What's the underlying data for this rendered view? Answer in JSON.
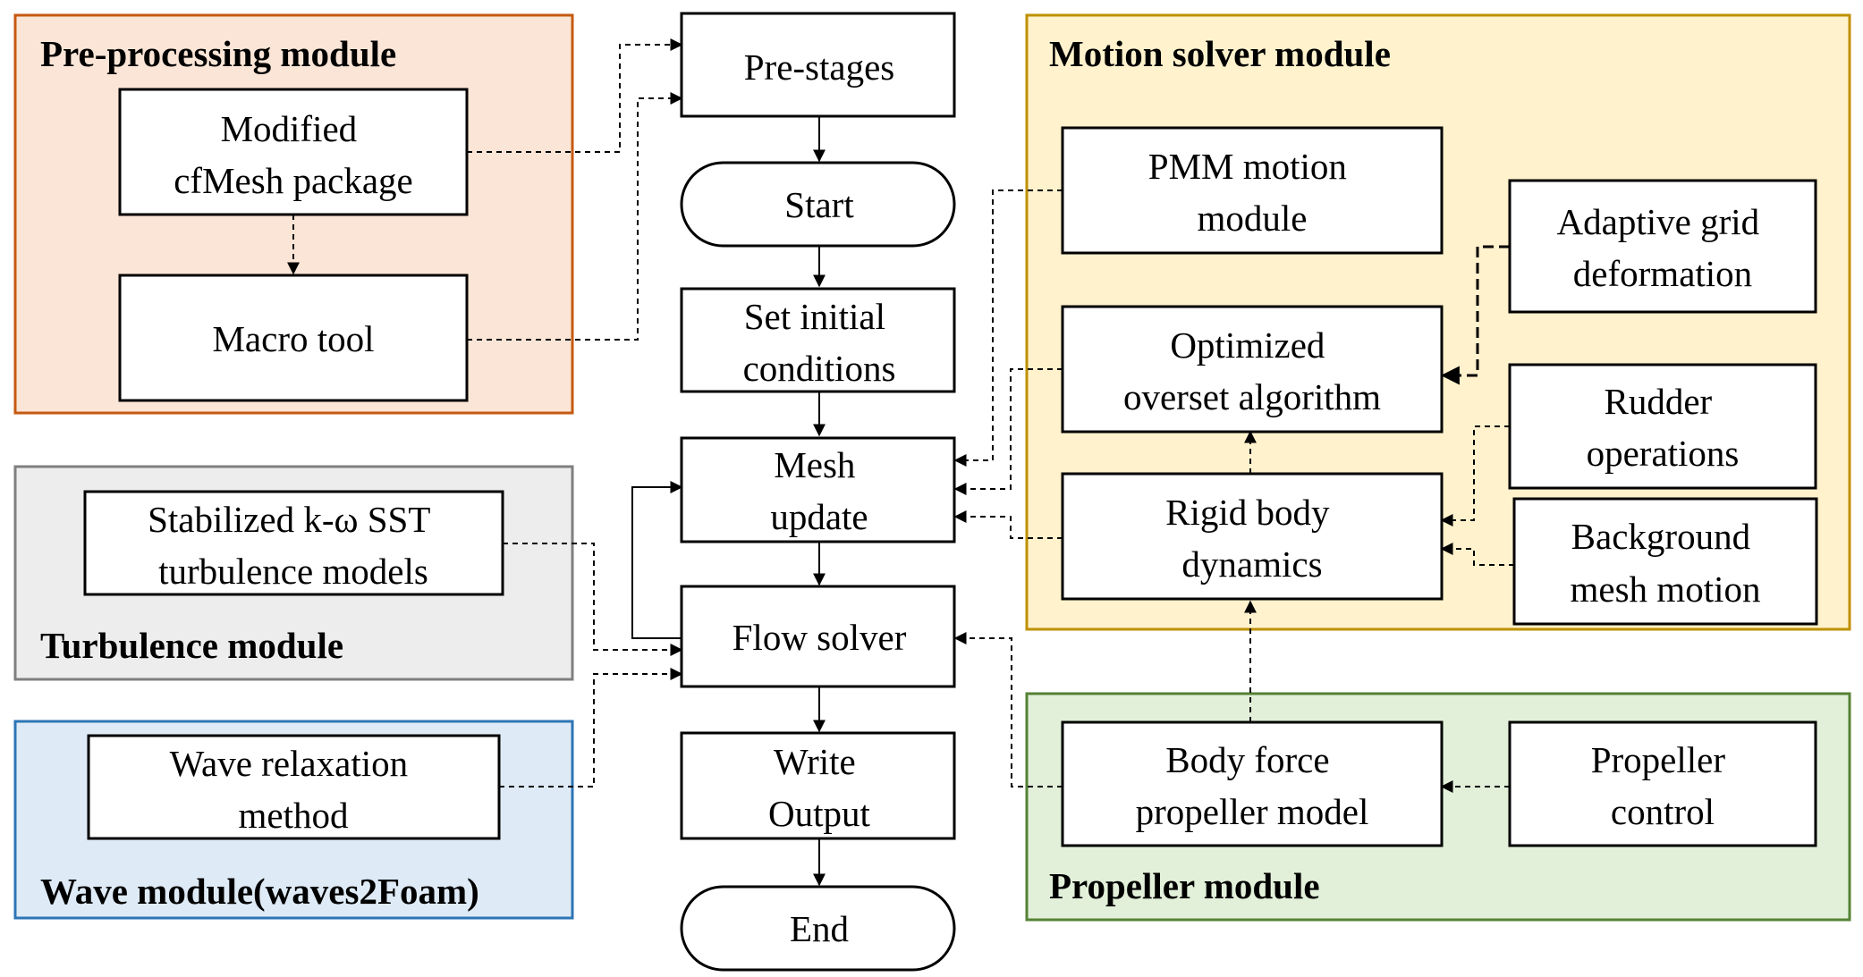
{
  "modules": {
    "preprocessing": {
      "title": "Pre-processing module",
      "fill": "#fbe5d6",
      "stroke": "#c55a11"
    },
    "turbulence": {
      "title": "Turbulence module",
      "fill": "#ededed",
      "stroke": "#7f7f7f"
    },
    "wave": {
      "title": "Wave module(waves2Foam)",
      "fill": "#deebf7",
      "stroke": "#2e75b6"
    },
    "motion": {
      "title": "Motion solver module",
      "fill": "#fff2cc",
      "stroke": "#bf9000"
    },
    "propeller": {
      "title": "Propeller module",
      "fill": "#e2f0d9",
      "stroke": "#548235"
    }
  },
  "nodes": {
    "cfmesh": [
      "Modified",
      "cfMesh package"
    ],
    "macro": [
      "Macro tool"
    ],
    "kwsst": [
      "Stabilized k-ω SST",
      "turbulence models"
    ],
    "wave_relax": [
      "Wave relaxation",
      "method"
    ],
    "prestages": [
      "Pre-stages"
    ],
    "start": [
      "Start"
    ],
    "initial": [
      "Set initial",
      "conditions"
    ],
    "mesh_update": [
      "Mesh",
      "update"
    ],
    "flow_solver": [
      "Flow solver"
    ],
    "write_output": [
      "Write",
      "Output"
    ],
    "end": [
      "End"
    ],
    "pmm": [
      "PMM motion",
      "module"
    ],
    "adaptive": [
      "Adaptive grid",
      "deformation"
    ],
    "overset": [
      "Optimized",
      "overset algorithm"
    ],
    "rudder": [
      "Rudder",
      "operations"
    ],
    "rigid": [
      "Rigid body",
      "dynamics"
    ],
    "background": [
      "Background",
      "mesh motion"
    ],
    "bodyforce": [
      "Body force",
      "propeller model"
    ],
    "prop_control": [
      "Propeller",
      "control"
    ]
  }
}
